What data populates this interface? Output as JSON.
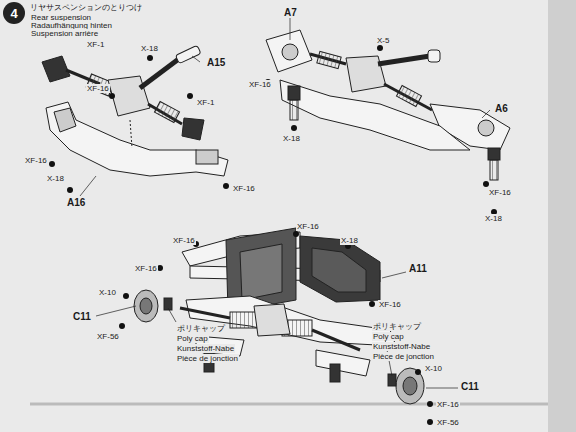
{
  "diagram": {
    "title": "リヤサスペンションのとりつけ",
    "nodes": [
      {
        "text": [
          "4"
        ]
      }
    ],
    "labels": [
      "Rear suspension",
      "Radaufhängung hinten",
      "Suspension arrière",
      "XF-1",
      "X-18",
      "A15",
      "XF-16",
      "XF-1",
      "XF-16",
      "X-18",
      "A16",
      "XF-16",
      "A7",
      "X-5",
      "XF-16",
      "X-18",
      "A6",
      "XF-16",
      "X-18",
      "XF-16",
      "XF-16",
      "X-18",
      "XF-16",
      "A11",
      "X-10",
      "XF-16",
      "C11",
      "XF-56",
      "ポリキャップ",
      "Poly cap",
      "Kunststoff-Nabe",
      "Pièce de jonction",
      "ポリキャップ",
      "Poly cap",
      "Kunststoff-Nabe",
      "Pièce de jonction",
      "X-10",
      "C11",
      "XF-16",
      "XF-56"
    ]
  }
}
